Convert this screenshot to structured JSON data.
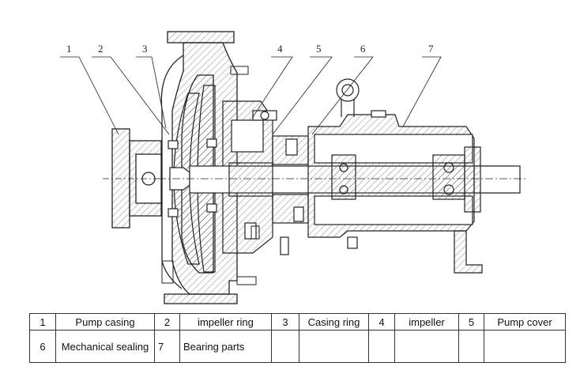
{
  "callouts": [
    "1",
    "2",
    "3",
    "4",
    "5",
    "6",
    "7"
  ],
  "table": {
    "row1": [
      {
        "num": "1",
        "name": "Pump casing"
      },
      {
        "num": "2",
        "name": "impeller ring"
      },
      {
        "num": "3",
        "name": "Casing ring"
      },
      {
        "num": "4",
        "name": "impeller"
      },
      {
        "num": "5",
        "name": "Pump cover"
      }
    ],
    "row2": [
      {
        "num": "6",
        "name": "Mechanical sealing"
      },
      {
        "num": "7",
        "name": "Bearing parts"
      }
    ]
  },
  "colors": {
    "line": "#222222",
    "hatch": "#555555",
    "background": "#ffffff"
  }
}
